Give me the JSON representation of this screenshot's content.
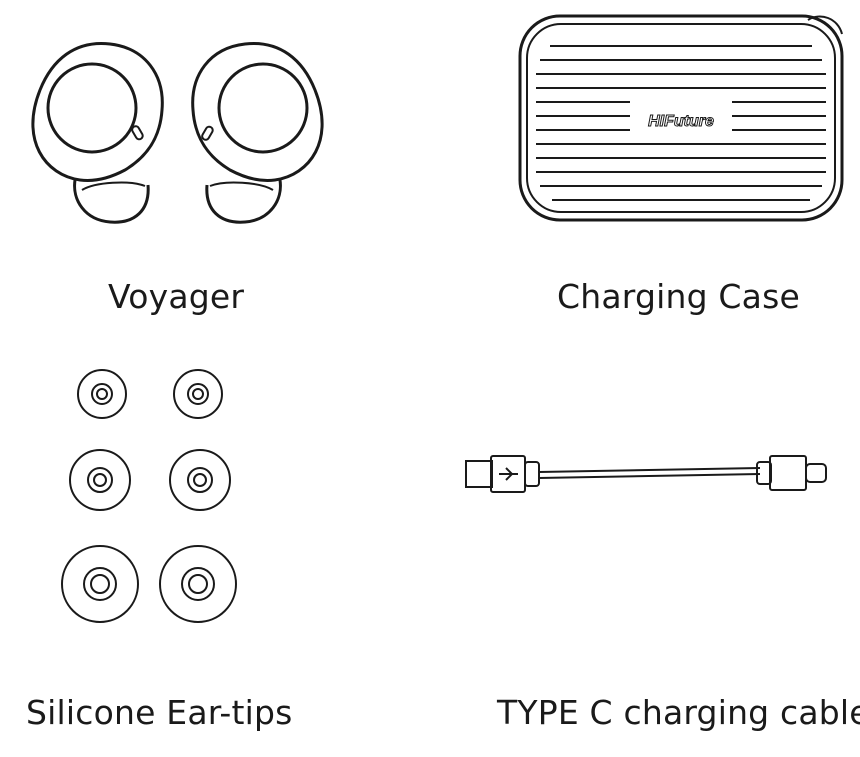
{
  "items": [
    {
      "label": "Voyager",
      "icon": "earbuds-icon"
    },
    {
      "label": "Charging Case",
      "icon": "charging-case-icon",
      "brand": "HIFuture"
    },
    {
      "label": "Silicone Ear-tips",
      "icon": "ear-tips-icon"
    },
    {
      "label": "TYPE C charging cable",
      "icon": "usb-c-cable-icon"
    }
  ]
}
